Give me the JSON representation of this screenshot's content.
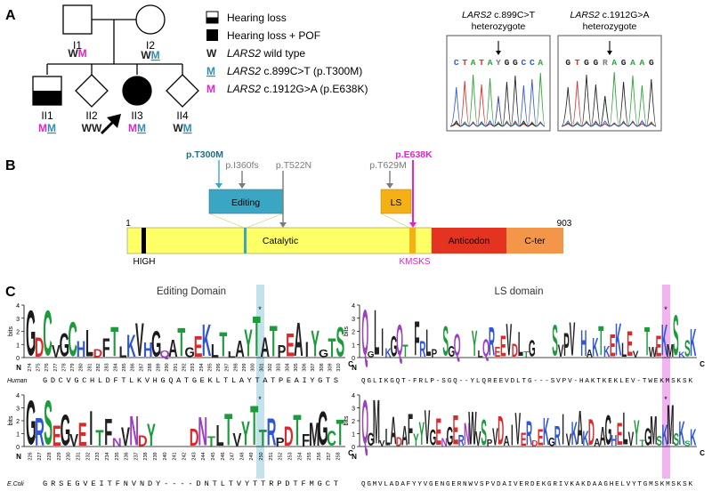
{
  "panels": {
    "a": "A",
    "b": "B",
    "c": "C"
  },
  "colors": {
    "teal": "#2e8fb0",
    "magenta": "#e025c8",
    "catalytic": "#ffff66",
    "editing": "#3aa6c4",
    "ls": "#f5b016",
    "anticodon": "#e53322",
    "cter": "#f3964a",
    "gray": "#7a7a7a",
    "label_teal": "#1f6e86",
    "highlight_blue": "#b9dde8",
    "highlight_pink": "#f0a6ee"
  },
  "pedigree": {
    "individuals": [
      {
        "id": "I1",
        "genotype_w": "W",
        "genotype_m": "M",
        "m_color": "magenta",
        "m_underline": false
      },
      {
        "id": "I2",
        "genotype_w": "W",
        "genotype_m": "M",
        "m_color": "teal",
        "m_underline": true
      },
      {
        "id": "II1",
        "genotype_w": "M",
        "genotype_m": "M",
        "w_color": "magenta",
        "m_color": "teal",
        "m_underline": true
      },
      {
        "id": "II2",
        "genotype_w": "WW"
      },
      {
        "id": "II3",
        "genotype_w": "M",
        "genotype_m": "M",
        "w_color": "magenta",
        "m_color": "teal",
        "m_underline": true
      },
      {
        "id": "II4",
        "genotype_w": "W",
        "genotype_m": "M",
        "m_color": "teal",
        "m_underline": true
      }
    ]
  },
  "legend": {
    "items": [
      {
        "symbol": "half",
        "label": "Hearing loss"
      },
      {
        "symbol": "full",
        "label": "Hearing loss + POF"
      },
      {
        "symbol": "W",
        "prefix": "",
        "gene": "LARS2",
        "suffix": " wild type"
      },
      {
        "symbol": "M",
        "gene": "LARS2",
        "suffix": " c.899C>T (p.T300M)"
      },
      {
        "symbol": "M",
        "gene": "LARS2",
        "suffix": " c.1912G>A (p.E638K)"
      }
    ]
  },
  "chromatograms": [
    {
      "gene": "LARS2",
      "variant": " c.899C>T",
      "zyg": "heterozygote",
      "seq": [
        "C",
        "T",
        "A",
        "T",
        "A",
        "Y",
        "G",
        "G",
        "C",
        "C",
        "A"
      ]
    },
    {
      "gene": "LARS2",
      "variant": " c.1912G>A",
      "zyg": "heterozygote",
      "seq": [
        "G",
        "T",
        "G",
        "G",
        "R",
        "A",
        "G",
        "A",
        "A",
        "G"
      ]
    }
  ],
  "protein": {
    "start": "1",
    "end": "903",
    "domains": {
      "catalytic": "Catalytic",
      "anticodon": "Anticodon",
      "cter": "C-ter",
      "editing": "Editing",
      "ls": "LS"
    },
    "motifs": {
      "high": "HIGH",
      "kmsks": "KMSKS"
    },
    "mutations": [
      {
        "label": "p.T300M",
        "kind": "teal"
      },
      {
        "label": "p.I360fs",
        "kind": "gray"
      },
      {
        "label": "p.T522N",
        "kind": "gray"
      },
      {
        "label": "p.T629M",
        "kind": "gray"
      },
      {
        "label": "p.E638K",
        "kind": "magenta"
      }
    ]
  },
  "logos": {
    "titles": {
      "editing": "Editing Domain",
      "ls": "LS domain"
    },
    "axis": {
      "ylabel": "bits",
      "ticks": [
        "4",
        "3",
        "2",
        "1",
        "0"
      ],
      "n": "N",
      "c": "C",
      "star": "*"
    },
    "editing_top_positions": [
      "274",
      "275",
      "276",
      "277",
      "278",
      "279",
      "280",
      "281",
      "282",
      "283",
      "284",
      "285",
      "286",
      "287",
      "288",
      "289",
      "290",
      "291",
      "292",
      "293",
      "294",
      "295",
      "296",
      "297",
      "298",
      "299",
      "300",
      "301",
      "302",
      "303",
      "304",
      "305",
      "306",
      "307",
      "308",
      "309",
      "310"
    ],
    "editing_bottom_positions": [
      "226",
      "227",
      "228",
      "229",
      "230",
      "231",
      "232",
      "233",
      "234",
      "235",
      "236",
      "237",
      "238",
      "239",
      "240",
      "241",
      "242",
      "243",
      "244",
      "245",
      "246",
      "247",
      "248",
      "249",
      "250",
      "251",
      "252",
      "253",
      "254",
      "255",
      "256",
      "257",
      "258"
    ],
    "species": {
      "human": "Human",
      "ecoli": "E.Coli"
    },
    "sequences": {
      "editing_human": "GDCVGCHLDFTLKVHGQATGEKLTLAYTATPEAIYGTS",
      "ls_human": "QGLIKGQT-FRLP-SGQ--YLQREEVDLTG---SVPV-HAKTKEKLEV-TWEKMSKSK",
      "editing_ecoli": "GRSEGVEITFNVNDY----DNTLTVYTTRPDTFMGCT",
      "ls_ecoli": "QGMVLADAFYYVGENGERNWVSPVDAIVERDEKGRIVKAKDAAGHELVYTGMSKMSKSK"
    }
  }
}
